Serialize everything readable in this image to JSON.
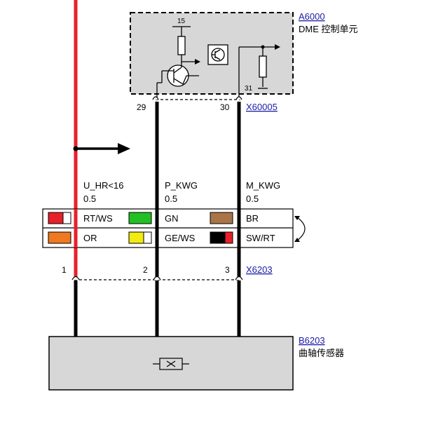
{
  "colors": {
    "wire_red": "#e8202a",
    "wire_black": "#000000",
    "box_fill": "#d7d7d7",
    "link": "#1a1aa6"
  },
  "dme": {
    "ref": "A6000",
    "name": "DME 控制单元",
    "pin_15": "15",
    "pin_31": "31",
    "connector": "X60005",
    "pins": [
      "29",
      "30"
    ]
  },
  "signals": [
    {
      "name": "U_HR<16",
      "size": "0.5"
    },
    {
      "name": "P_KWG",
      "size": "0.5"
    },
    {
      "name": "M_KWG",
      "size": "0.5"
    }
  ],
  "color_table": {
    "row1": [
      {
        "code": "RT/WS",
        "swatch": [
          "#e8202a",
          "#ffffff"
        ]
      },
      {
        "code": "GN",
        "swatch": [
          "#22c022"
        ]
      },
      {
        "code": "BR",
        "swatch": [
          "#a87448"
        ]
      }
    ],
    "row2": [
      {
        "code": "OR",
        "swatch": [
          "#f07820"
        ]
      },
      {
        "code": "GE/WS",
        "swatch": [
          "#f2ea10",
          "#ffffff"
        ]
      },
      {
        "code": "SW/RT",
        "swatch": [
          "#000000",
          "#e8202a"
        ]
      }
    ]
  },
  "sensor_connector": {
    "ref": "X6203",
    "pins": [
      "1",
      "2",
      "3"
    ]
  },
  "sensor": {
    "ref": "B6203",
    "name": "曲轴传感器"
  }
}
